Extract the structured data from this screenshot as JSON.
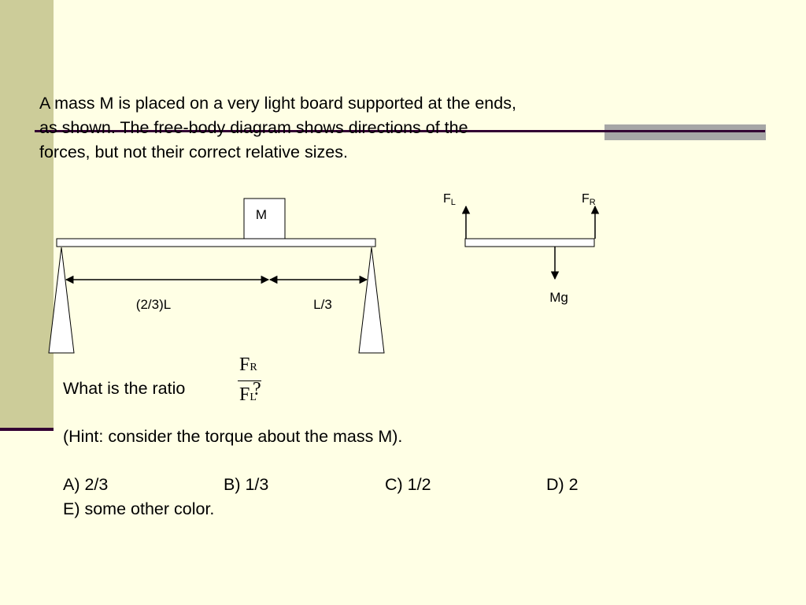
{
  "intro": {
    "line1": "A mass M is placed on a very light board supported at the ends,",
    "line2": "as shown.  The free-body diagram shows directions of the",
    "line3": "forces, but not their correct relative sizes."
  },
  "board_diagram": {
    "mass_label": "M",
    "left_length_label": "(2/3)L",
    "right_length_label": "L/3"
  },
  "fbd": {
    "left_force_main": "F",
    "left_force_sub": "L",
    "right_force_main": "F",
    "right_force_sub": "R",
    "weight_label": "Mg"
  },
  "question": {
    "text": "What is the ratio",
    "num_main": "F",
    "num_sub": "R",
    "den_main": "F",
    "den_sub": "L",
    "qmark": "?",
    "hint": "(Hint: consider the torque about the mass M)."
  },
  "options": {
    "a": "A) 2/3",
    "b": "B) 1/3",
    "c": "C) 1/2",
    "d": "D) 2",
    "e": "E) some other color."
  },
  "colors": {
    "background": "#FFFFE5",
    "side_bar": "#CCCC99",
    "accent_line": "#330033",
    "gray_bar": "#A6A6A6"
  }
}
